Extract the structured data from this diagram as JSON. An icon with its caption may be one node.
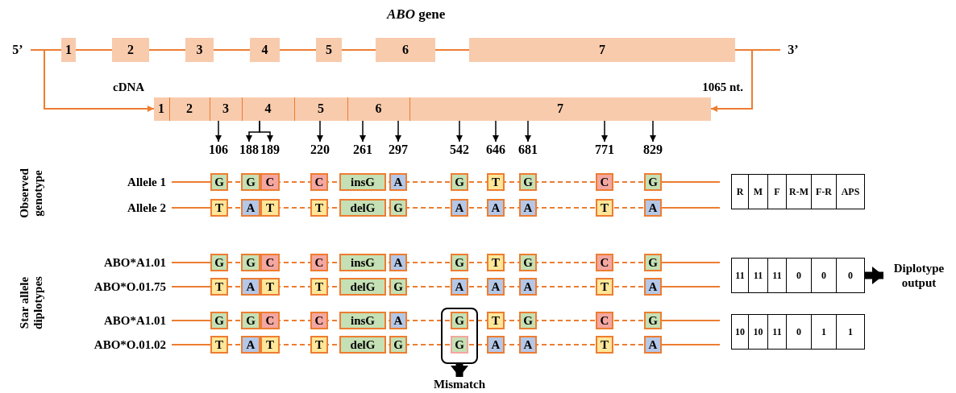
{
  "diagram": {
    "title": "*ABO* gene",
    "nodes": [
      {
        "text": [
          "5’"
        ]
      },
      {
        "text": [
          "1"
        ]
      },
      {
        "text": [
          "2"
        ]
      },
      {
        "text": [
          "3"
        ]
      },
      {
        "text": [
          "4"
        ]
      },
      {
        "text": [
          "5"
        ]
      },
      {
        "text": [
          "6"
        ]
      },
      {
        "text": [
          "7"
        ]
      },
      {
        "text": [
          "3’"
        ]
      },
      {
        "text": [
          "cDNA"
        ],
        "beside": [
          "1065 nt."
        ]
      },
      {
        "text": [
          "1"
        ],
        "in": 9
      },
      {
        "text": [
          "2"
        ],
        "in": 9
      },
      {
        "text": [
          "3"
        ],
        "in": 9
      },
      {
        "text": [
          "4"
        ],
        "in": 9
      },
      {
        "text": [
          "5"
        ],
        "in": 9
      },
      {
        "text": [
          "6"
        ],
        "in": 9
      },
      {
        "text": [
          "7"
        ],
        "in": 9
      },
      {
        "text": [
          "106"
        ]
      },
      {
        "text": [
          "188"
        ]
      },
      {
        "text": [
          "189"
        ]
      },
      {
        "text": [
          "220"
        ]
      },
      {
        "text": [
          "261"
        ]
      },
      {
        "text": [
          "297"
        ]
      },
      {
        "text": [
          "542"
        ]
      },
      {
        "text": [
          "646"
        ]
      },
      {
        "text": [
          "681"
        ]
      },
      {
        "text": [
          "771"
        ]
      },
      {
        "text": [
          "829"
        ]
      },
      {
        "text": [
          "Allele 1"
        ]
      },
      {
        "text": [
          "G"
        ],
        "in": 28
      },
      {
        "text": [
          "G"
        ],
        "in": 28
      },
      {
        "text": [
          "C"
        ],
        "in": 28
      },
      {
        "text": [
          "C"
        ],
        "in": 28
      },
      {
        "text": [
          "insG"
        ],
        "in": 28
      },
      {
        "text": [
          "A"
        ],
        "in": 28
      },
      {
        "text": [
          "G"
        ],
        "in": 28
      },
      {
        "text": [
          "T"
        ],
        "in": 28
      },
      {
        "text": [
          "G"
        ],
        "in": 28
      },
      {
        "text": [
          "C"
        ],
        "in": 28
      },
      {
        "text": [
          "G"
        ],
        "in": 28
      },
      {
        "text": [
          "Allele 2"
        ]
      },
      {
        "text": [
          "T"
        ],
        "in": 40
      },
      {
        "text": [
          "A"
        ],
        "in": 40
      },
      {
        "text": [
          "T"
        ],
        "in": 40
      },
      {
        "text": [
          "T"
        ],
        "in": 40
      },
      {
        "text": [
          "delG"
        ],
        "in": 40
      },
      {
        "text": [
          "G"
        ],
        "in": 40
      },
      {
        "text": [
          "A"
        ],
        "in": 40
      },
      {
        "text": [
          "A"
        ],
        "in": 40
      },
      {
        "text": [
          "A"
        ],
        "in": 40
      },
      {
        "text": [
          "T"
        ],
        "in": 40
      },
      {
        "text": [
          "A"
        ],
        "in": 40
      },
      {
        "text": [
          "ABO*A1.01"
        ]
      },
      {
        "text": [
          "G"
        ],
        "in": 52
      },
      {
        "text": [
          "G"
        ],
        "in": 52
      },
      {
        "text": [
          "C"
        ],
        "in": 52
      },
      {
        "text": [
          "C"
        ],
        "in": 52
      },
      {
        "text": [
          "insG"
        ],
        "in": 52
      },
      {
        "text": [
          "A"
        ],
        "in": 52
      },
      {
        "text": [
          "G"
        ],
        "in": 52
      },
      {
        "text": [
          "T"
        ],
        "in": 52
      },
      {
        "text": [
          "G"
        ],
        "in": 52
      },
      {
        "text": [
          "C"
        ],
        "in": 52
      },
      {
        "text": [
          "G"
        ],
        "in": 52
      },
      {
        "text": [
          "ABO*O.01.75"
        ]
      },
      {
        "text": [
          "T"
        ],
        "in": 64
      },
      {
        "text": [
          "A"
        ],
        "in": 64
      },
      {
        "text": [
          "T"
        ],
        "in": 64
      },
      {
        "text": [
          "T"
        ],
        "in": 64
      },
      {
        "text": [
          "delG"
        ],
        "in": 64
      },
      {
        "text": [
          "G"
        ],
        "in": 64
      },
      {
        "text": [
          "A"
        ],
        "in": 64
      },
      {
        "text": [
          "A"
        ],
        "in": 64
      },
      {
        "text": [
          "A"
        ],
        "in": 64
      },
      {
        "text": [
          "T"
        ],
        "in": 64
      },
      {
        "text": [
          "A"
        ],
        "in": 64
      },
      {
        "text": [
          "ABO*A1.01"
        ]
      },
      {
        "text": [
          "G"
        ],
        "in": 76
      },
      {
        "text": [
          "G"
        ],
        "in": 76
      },
      {
        "text": [
          "C"
        ],
        "in": 76
      },
      {
        "text": [
          "C"
        ],
        "in": 76
      },
      {
        "text": [
          "insG"
        ],
        "in": 76
      },
      {
        "text": [
          "A"
        ],
        "in": 76
      },
      {
        "text": [
          "G"
        ]
      },
      {
        "text": [
          "T"
        ],
        "in": 76
      },
      {
        "text": [
          "G"
        ],
        "in": 76
      },
      {
        "text": [
          "C"
        ],
        "in": 76
      },
      {
        "text": [
          "G"
        ],
        "in": 76
      },
      {
        "text": [
          "ABO*O.01.02"
        ]
      },
      {
        "text": [
          "T"
        ],
        "in": 88
      },
      {
        "text": [
          "A"
        ],
        "in": 88
      },
      {
        "text": [
          "T"
        ],
        "in": 88
      },
      {
        "text": [
          "T"
        ],
        "in": 88
      },
      {
        "text": [
          "delG"
        ],
        "in": 88
      },
      {
        "text": [
          "G"
        ],
        "in": 88
      },
      {
        "text": [
          "G"
        ]
      },
      {
        "text": [
          "A"
        ],
        "in": 88
      },
      {
        "text": [
          "A"
        ],
        "in": 88
      },
      {
        "text": [
          "T"
        ],
        "in": 88
      },
      {
        "text": [
          "A"
        ],
        "in": 88
      },
      {
        "text": [],
        "shape": "box"
      },
      {
        "text": [
          "Mismatch"
        ]
      },
      {
        "text": [
          "R",
          "M",
          "F",
          "R-M",
          "F-R",
          "APS"
        ]
      },
      {
        "text": [
          "11",
          "11",
          "11",
          "0",
          "0",
          "0"
        ]
      },
      {
        "text": [
          "10",
          "10",
          "11",
          "0",
          "1",
          "1"
        ]
      },
      {
        "text": [
          "Diplotype output"
        ]
      }
    ],
    "edges": [
      {
        "from": 0,
        "to": 1,
        "arrow": "none",
        "color": "#ed7d31"
      },
      {
        "from": 1,
        "to": 2,
        "arrow": "none",
        "color": "#ed7d31"
      },
      {
        "from": 2,
        "to": 3,
        "arrow": "none",
        "color": "#ed7d31"
      },
      {
        "from": 3,
        "to": 4,
        "arrow": "none",
        "color": "#ed7d31"
      },
      {
        "from": 4,
        "to": 5,
        "arrow": "none",
        "color": "#ed7d31"
      },
      {
        "from": 5,
        "to": 6,
        "arrow": "none",
        "color": "#ed7d31"
      },
      {
        "from": 6,
        "to": 7,
        "arrow": "none",
        "color": "#ed7d31"
      },
      {
        "from": 7,
        "to": 8,
        "arrow": "none",
        "color": "#ed7d31"
      },
      {
        "from": 0,
        "to": 9,
        "arrow": "to",
        "color": "#ed7d31"
      },
      {
        "from": 8,
        "to": 9,
        "arrow": "to",
        "color": "#ed7d31"
      },
      {
        "from": 12,
        "to": 17,
        "arrow": "to"
      },
      {
        "from": 13,
        "to": 18,
        "arrow": "to"
      },
      {
        "from": 13,
        "to": 19,
        "arrow": "to"
      },
      {
        "from": 14,
        "to": 20,
        "arrow": "to"
      },
      {
        "from": 15,
        "to": 21,
        "arrow": "to"
      },
      {
        "from": 15,
        "to": 22,
        "arrow": "to"
      },
      {
        "from": 16,
        "to": 23,
        "arrow": "to"
      },
      {
        "from": 16,
        "to": 24,
        "arrow": "to"
      },
      {
        "from": 16,
        "to": 25,
        "arrow": "to"
      },
      {
        "from": 16,
        "to": 26,
        "arrow": "to"
      },
      {
        "from": 16,
        "to": 27,
        "arrow": "to"
      },
      {
        "from": 100,
        "to": 101,
        "arrow": "to",
        "style": "thick"
      },
      {
        "from": 103,
        "to": 105,
        "arrow": "to",
        "style": "thick"
      }
    ],
    "labels": [
      "Observed genotype",
      "Star allele diplotypes"
    ]
  }
}
